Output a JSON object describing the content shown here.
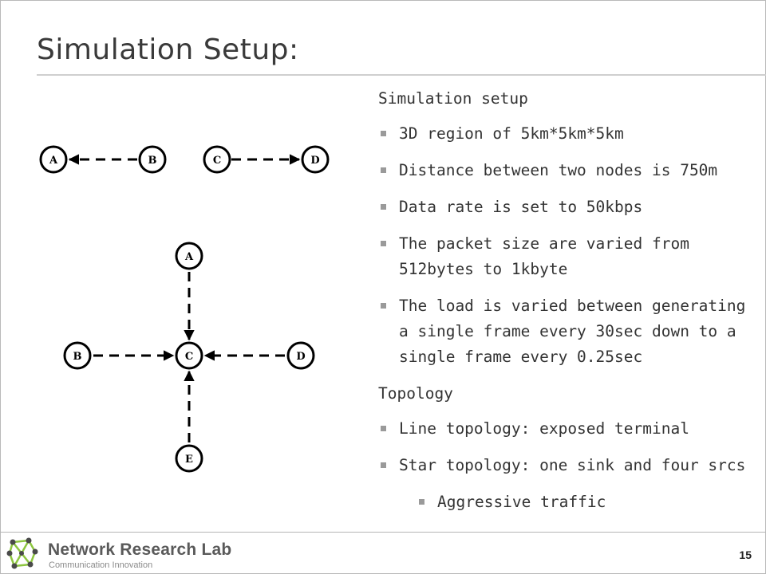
{
  "slide": {
    "title": "Simulation Setup:",
    "page_number": "15"
  },
  "content": {
    "heading1": "Simulation setup",
    "setup_bullets": [
      "3D region of 5km*5km*5km",
      "Distance between two nodes is 750m",
      "Data rate is set to 50kbps",
      "The packet size are varied from 512bytes to 1kbyte",
      "The load is varied between generating a single frame every 30sec down to a single frame every 0.25sec"
    ],
    "heading2": "Topology",
    "topology_bullets": [
      "Line topology: exposed terminal",
      "Star topology: one sink and four srcs"
    ],
    "sub_bullet": "Aggressive traffic"
  },
  "diagram": {
    "line_topology": [
      "A",
      "B",
      "C",
      "D"
    ],
    "star_topology": {
      "top": "A",
      "left": "B",
      "center": "C",
      "right": "D",
      "bottom": "E"
    }
  },
  "footer": {
    "lab_name": "Network Research Lab",
    "tagline": "Communication Innovation"
  },
  "colors": {
    "logo_green": "#8dc63f",
    "logo_node": "#4a4a4a"
  }
}
